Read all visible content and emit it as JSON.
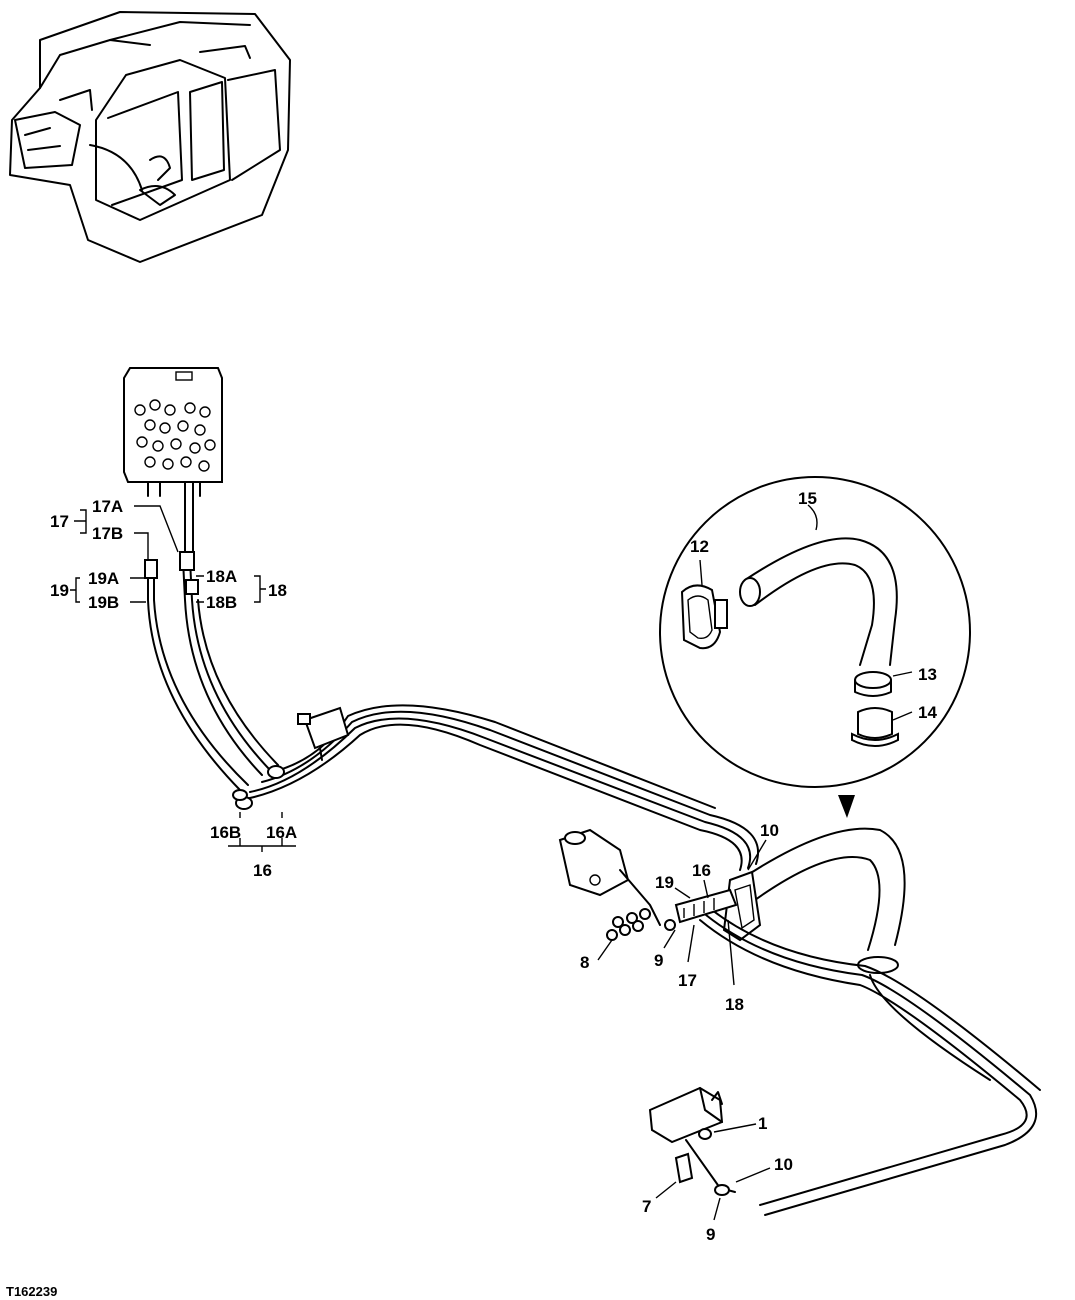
{
  "figure_id": "T162239",
  "callouts": {
    "c1": "1",
    "c7": "7",
    "c8": "8",
    "c9a": "9",
    "c9b": "9",
    "c10a": "10",
    "c10b": "10",
    "c12": "12",
    "c13": "13",
    "c14": "14",
    "c15": "15",
    "c16": "16",
    "c16b": "16",
    "c16A": "16A",
    "c16B": "16B",
    "c17": "17",
    "c17b": "17",
    "c17A": "17A",
    "c17B": "17B",
    "c18": "18",
    "c18b": "18",
    "c18A": "18A",
    "c18B": "18B",
    "c19": "19",
    "c19b": "19",
    "c19A": "19A",
    "c19B": "19B"
  }
}
